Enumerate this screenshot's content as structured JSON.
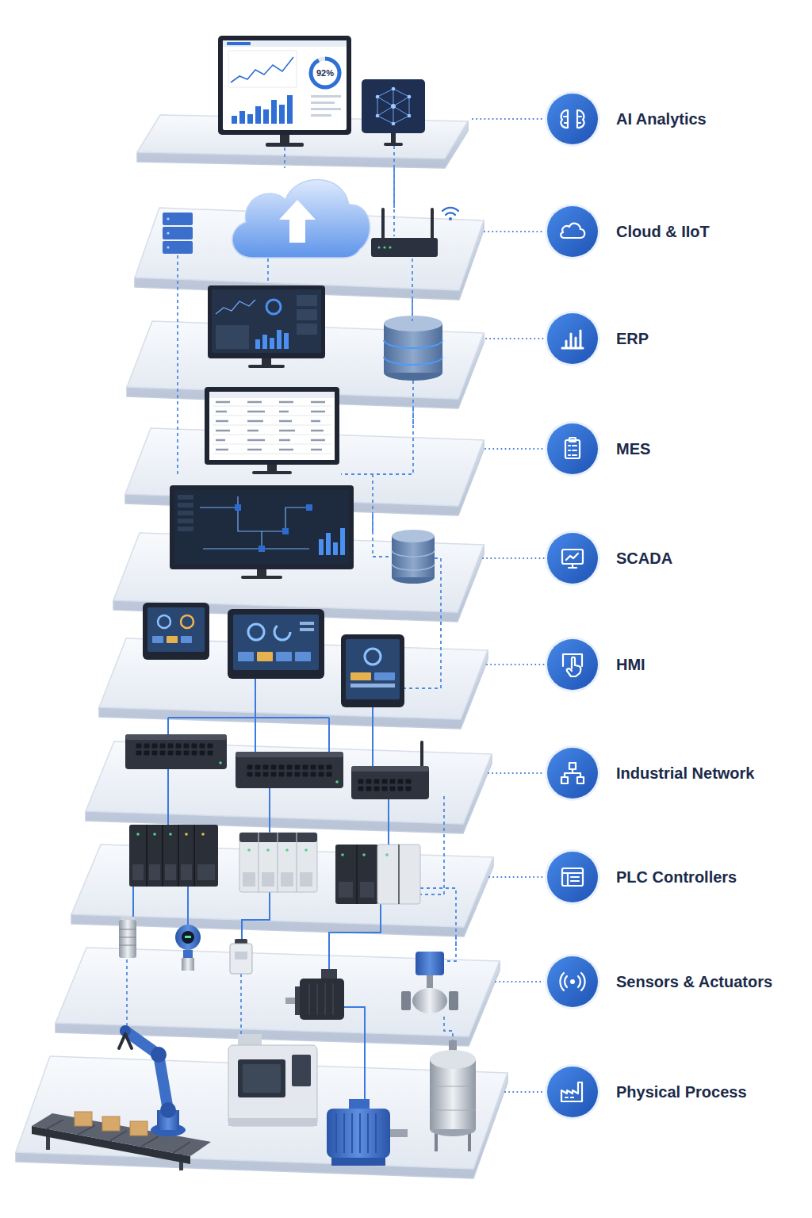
{
  "diagram": {
    "nodes": [
      {
        "text": [
          "AI Analytics"
        ]
      },
      {
        "text": [
          "Cloud & IIoT"
        ]
      },
      {
        "text": [
          "ERP"
        ]
      },
      {
        "text": [
          "MES"
        ]
      },
      {
        "text": [
          "SCADA"
        ]
      },
      {
        "text": [
          "HMI"
        ]
      },
      {
        "text": [
          "Industrial Network"
        ]
      },
      {
        "text": [
          "PLC Controllers"
        ]
      },
      {
        "text": [
          "Sensors & Actuators"
        ]
      },
      {
        "text": [
          "Physical Process"
        ]
      }
    ],
    "edges": [
      {
        "from": 0,
        "to": 1,
        "arrow": "none"
      },
      {
        "from": 1,
        "to": 2,
        "arrow": "none"
      },
      {
        "from": 2,
        "to": 3,
        "arrow": "none"
      },
      {
        "from": 3,
        "to": 4,
        "arrow": "none"
      },
      {
        "from": 4,
        "to": 5,
        "arrow": "none"
      },
      {
        "from": 5,
        "to": 6,
        "arrow": "none"
      },
      {
        "from": 6,
        "to": 7,
        "arrow": "none"
      },
      {
        "from": 7,
        "to": 8,
        "arrow": "none"
      },
      {
        "from": 8,
        "to": 9,
        "arrow": "none"
      }
    ],
    "labels": [
      "92%"
    ]
  }
}
